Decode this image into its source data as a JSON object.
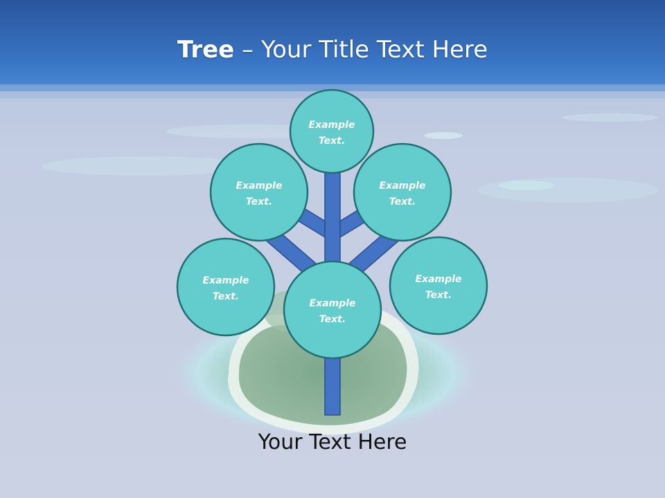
{
  "slide": {
    "title_bold": "Tree",
    "title_dash": " – ",
    "title_rest": "Your Title Text Here",
    "caption": "Your Text Here"
  },
  "nodes": [
    {
      "id": "top",
      "line1": "Example",
      "line2": "Text."
    },
    {
      "id": "upper-left",
      "line1": "Example",
      "line2": "Text."
    },
    {
      "id": "upper-right",
      "line1": "Example",
      "line2": "Text."
    },
    {
      "id": "lower-left",
      "line1": "Example",
      "line2": "Text."
    },
    {
      "id": "center",
      "line1": "Example",
      "line2": "Text."
    },
    {
      "id": "lower-right",
      "line1": "Example",
      "line2": "Text."
    }
  ],
  "colors": {
    "sky_top": "#2f5fa8",
    "sky_band": "#3a78c8",
    "sea_light": "#c9d3e6",
    "node_fill": "#63cdcd",
    "node_stroke": "#1f6f73",
    "trunk_fill": "#4472c4",
    "trunk_stroke": "#2b4d8c"
  }
}
